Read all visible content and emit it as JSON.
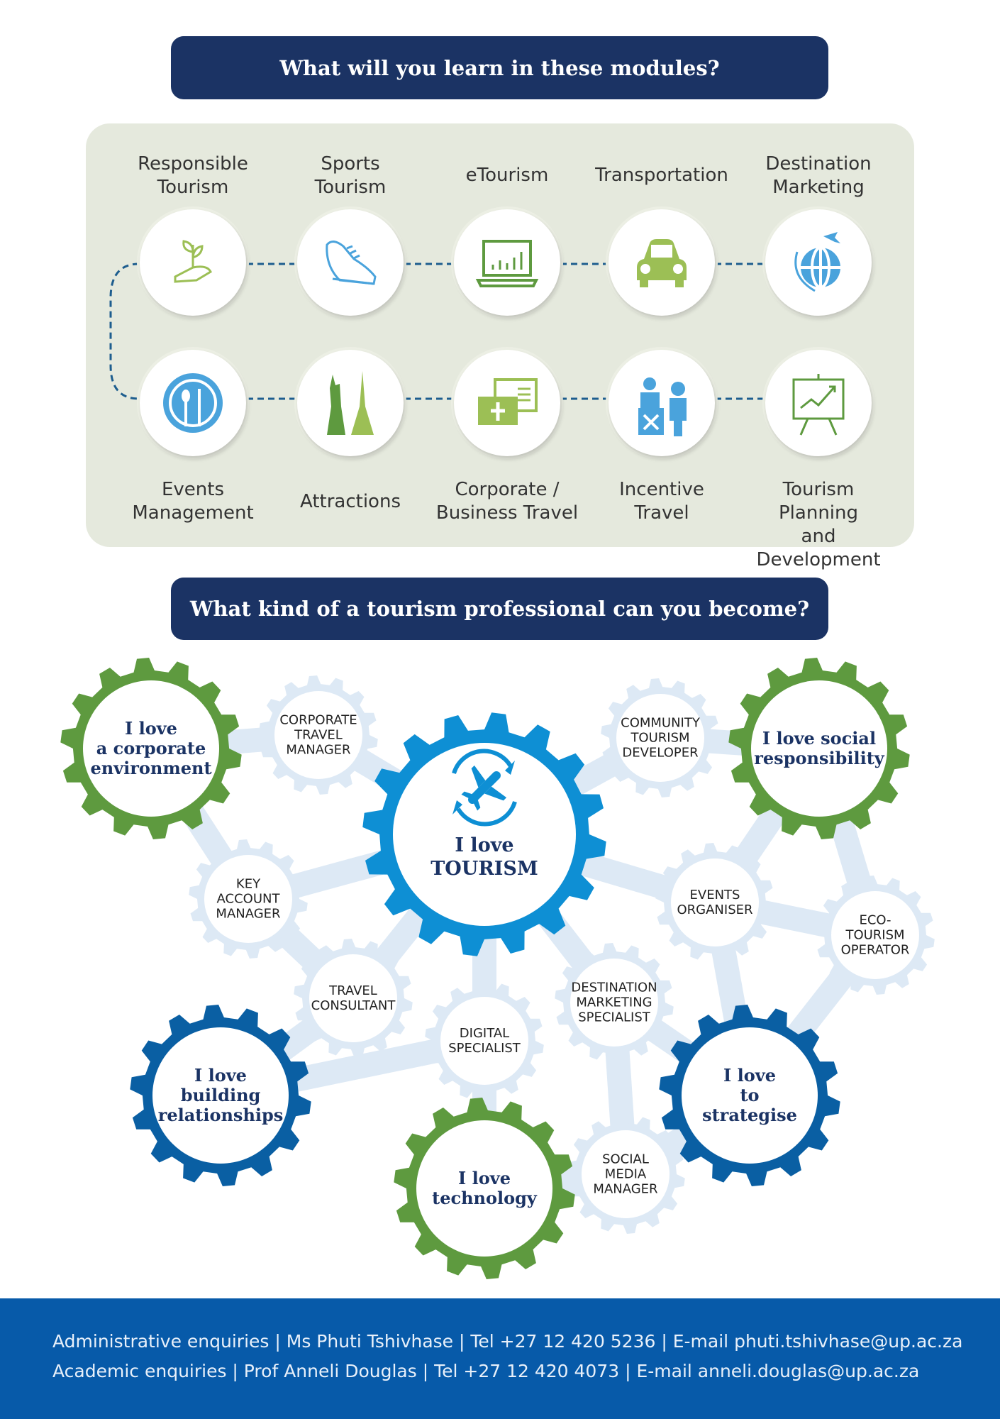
{
  "header1": "What will you learn in these modules?",
  "header2": "What kind of a tourism professional can you become?",
  "modules": [
    {
      "label": "Responsible\nTourism",
      "icon": "hand-plant-icon"
    },
    {
      "label": "Sports\nTourism",
      "icon": "sneaker-icon"
    },
    {
      "label": "eTourism",
      "icon": "laptop-chart-icon"
    },
    {
      "label": "Transportation",
      "icon": "car-icon"
    },
    {
      "label": "Destination\nMarketing",
      "icon": "globe-plane-icon"
    },
    {
      "label": "Events\nManagement",
      "icon": "plate-cutlery-icon"
    },
    {
      "label": "Attractions",
      "icon": "landmarks-icon"
    },
    {
      "label": "Corporate /\nBusiness Travel",
      "icon": "boarding-pass-icon"
    },
    {
      "label": "Incentive\nTravel",
      "icon": "check-in-icon"
    },
    {
      "label": "Tourism Planning\nand Development",
      "icon": "growth-chart-icon"
    }
  ],
  "passions": [
    {
      "label": "I love\na corporate\nenvironment",
      "color": "#5e9a3f"
    },
    {
      "label": "I love social\nresponsibility",
      "color": "#5e9a3f"
    },
    {
      "label": "I love\nTOURISM",
      "color": "#0e8fd4"
    },
    {
      "label": "I love\nbuilding\nrelationships",
      "color": "#0a5fa3"
    },
    {
      "label": "I love\nto\nstrategise",
      "color": "#0a5fa3"
    },
    {
      "label": "I love\ntechnology",
      "color": "#5e9a3f"
    }
  ],
  "careers": [
    "CORPORATE\nTRAVEL\nMANAGER",
    "COMMUNITY\nTOURISM\nDEVELOPER",
    "KEY\nACCOUNT\nMANAGER",
    "EVENTS\nORGANISER",
    "ECO-\nTOURISM\nOPERATOR",
    "TRAVEL\nCONSULTANT",
    "DIGITAL\nSPECIALIST",
    "DESTINATION\nMARKETING\nSPECIALIST",
    "SOCIAL\nMEDIA\nMANAGER"
  ],
  "colors": {
    "navy": "#1b3364",
    "panel": "#e5e9dd",
    "light_gear": "#dde9f5",
    "footer": "#075aa9",
    "dash": "#1d5d8e"
  },
  "footer": {
    "line1": "Administrative enquiries | Ms Phuti Tshivhase | Tel +27 12 420 5236 | E-mail phuti.tshivhase@up.ac.za",
    "line2": "Academic enquiries | Prof Anneli Douglas | Tel +27 12 420 4073 | E-mail anneli.douglas@up.ac.za"
  }
}
